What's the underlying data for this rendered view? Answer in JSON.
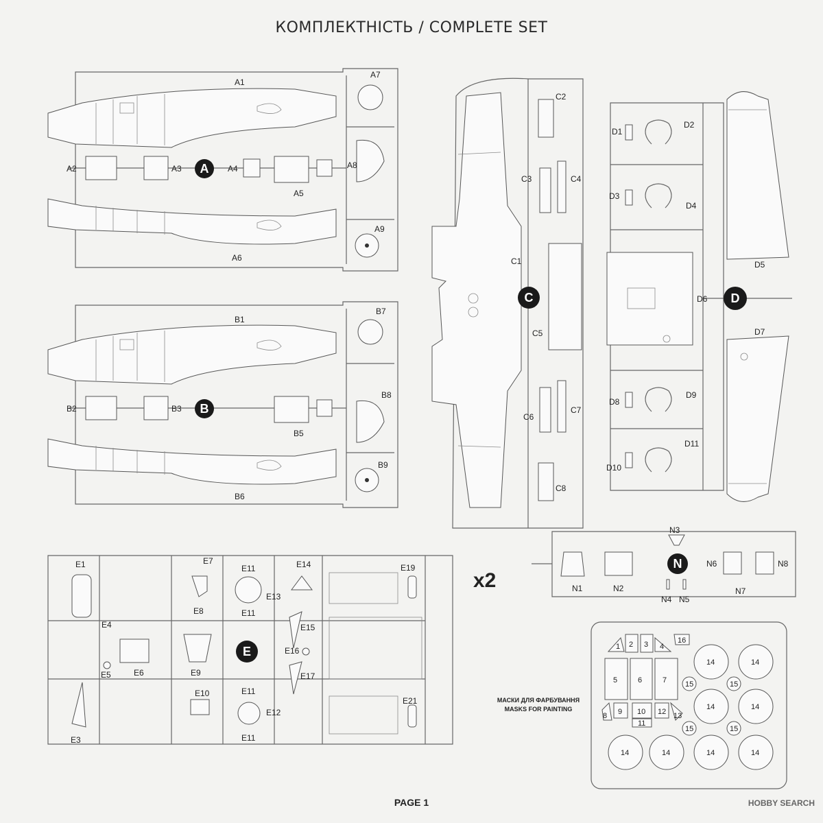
{
  "title": "КОМПЛЕКТНІСТЬ / COMPLETE SET",
  "footer": "PAGE 1",
  "watermark": "HOBBY SEARCH",
  "multiplier": "x2",
  "masks_label_ua": "МАСКИ ДЛЯ ФАРБУВАННЯ",
  "masks_label_en": "MASKS FOR PAINTING",
  "sprue_letters": {
    "A": "A",
    "B": "B",
    "C": "C",
    "D": "D",
    "E": "E",
    "N": "N"
  },
  "sprue_a_labels": [
    "A1",
    "A2",
    "A3",
    "A4",
    "A5",
    "A6",
    "A7",
    "A8",
    "A9"
  ],
  "sprue_b_labels": [
    "B1",
    "B2",
    "B3",
    "B5",
    "B6",
    "B7",
    "B8",
    "B9"
  ],
  "sprue_c_labels": [
    "C1",
    "C2",
    "C3",
    "C4",
    "C5",
    "C6",
    "C7",
    "C8"
  ],
  "sprue_d_labels": [
    "D1",
    "D2",
    "D3",
    "D4",
    "D5",
    "D6",
    "D7",
    "D8",
    "D9",
    "D10",
    "D11"
  ],
  "sprue_n_labels": [
    "N1",
    "N2",
    "N3",
    "N4",
    "N5",
    "N6",
    "N7",
    "N8"
  ],
  "sprue_e_labels": [
    "E1",
    "E3",
    "E4",
    "E5",
    "E6",
    "E7",
    "E8",
    "E9",
    "E10",
    "E11",
    "E12",
    "E13",
    "E14",
    "E15",
    "E16",
    "E17",
    "E19",
    "E21"
  ],
  "mask_labels": [
    "1",
    "2",
    "3",
    "4",
    "5",
    "6",
    "7",
    "8",
    "9",
    "10",
    "11",
    "12",
    "13",
    "14",
    "15",
    "16"
  ]
}
